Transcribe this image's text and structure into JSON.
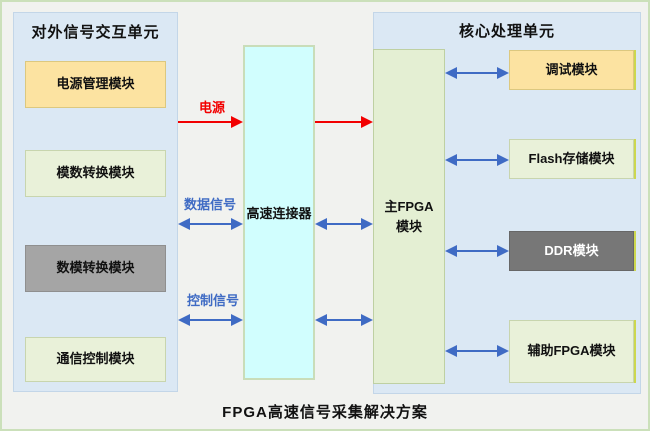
{
  "caption": "FPGA高速信号采集解决方案",
  "signals": {
    "power": "电源",
    "data": "数据信号",
    "control": "控制信号"
  },
  "connector": {
    "label": "高速连接器"
  },
  "left_panel": {
    "title": "对外信号交互单元",
    "modules": [
      {
        "label": "电源管理模块",
        "variant": "yellow"
      },
      {
        "label": "模数转换模块",
        "variant": "green"
      },
      {
        "label": "数模转换模块",
        "variant": "gray"
      },
      {
        "label": "通信控制模块",
        "variant": "green"
      }
    ]
  },
  "right_panel": {
    "title": "核心处理单元",
    "fpga": {
      "label": "主FPGA模块"
    },
    "modules": [
      {
        "label": "调试模块",
        "variant": "yellow"
      },
      {
        "label": "Flash存储模块",
        "variant": "green"
      },
      {
        "label": "DDR模块",
        "variant": "dark-gray"
      },
      {
        "label": "辅助FPGA模块",
        "variant": "green"
      }
    ]
  },
  "icons": {
    "arrow_right": "css-triangle-right",
    "arrow_double": "css-triangle-both-ends"
  },
  "colors": {
    "arrow_blue": "#3f6bc4",
    "arrow_red": "#f20000",
    "panel_blue": "#dbe8f4",
    "module_yellow": "#fce3a1",
    "module_green": "#e9f1d9",
    "module_gray": "#a5a5a5",
    "module_dark_gray": "#777777",
    "fpga_green": "#e4efd3",
    "connector_cyan": "#d1fefe",
    "edge_shadow": "#ccd74f",
    "page_border": "#cbe0ba",
    "page_background": "#f1f2ef"
  }
}
